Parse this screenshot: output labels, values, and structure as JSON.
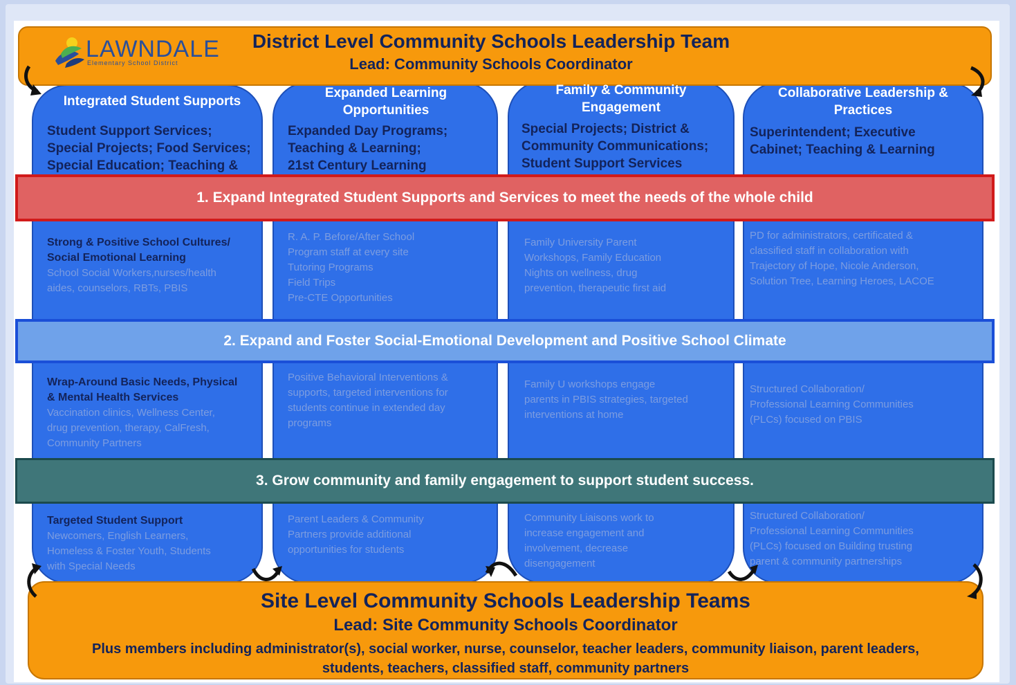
{
  "top": {
    "logo_text": "LAWNDALE",
    "logo_sub": "Elementary School District",
    "title": "District Level Community Schools Leadership Team",
    "lead": "Lead: Community Schools Coordinator"
  },
  "columns": [
    {
      "head": [
        "Integrated Student Supports"
      ],
      "sub": [
        "Student Support Services;",
        "Special Projects; Food Services;",
        "Special Education; Teaching &"
      ]
    },
    {
      "head": [
        "Expanded Learning",
        "Opportunities"
      ],
      "sub": [
        "Expanded Day Programs;",
        "Teaching & Learning;",
        "21st Century Learning"
      ]
    },
    {
      "head": [
        "Family & Community",
        "Engagement"
      ],
      "sub": [
        "Special Projects; District &",
        "Community Communications;",
        "Student Support Services"
      ]
    },
    {
      "head": [
        "Collaborative Leadership &",
        "Practices"
      ],
      "sub": [
        "Superintendent; Executive",
        "Cabinet; Teaching & Learning"
      ]
    }
  ],
  "bands": [
    "1.     Expand Integrated Student Supports and Services to meet the needs of the whole child",
    "2. Expand and Foster Social-Emotional Development and Positive School Climate",
    "3. Grow community and family engagement to support student success."
  ],
  "row1": [
    {
      "strong": [
        "Strong & Positive School Cultures/",
        "Social Emotional Learning"
      ],
      "body": [
        "School Social Workers,nurses/health",
        "aides, counselors, RBTs, PBIS"
      ]
    },
    {
      "strong": [],
      "body": [
        "R. A. P. Before/After School",
        "Program staff at every site",
        "Tutoring Programs",
        "Field Trips",
        "Pre-CTE Opportunities"
      ]
    },
    {
      "strong": [],
      "body": [
        "Family University Parent",
        "Workshops, Family Education",
        "Nights on wellness, drug",
        "prevention, therapeutic first aid"
      ]
    },
    {
      "strong": [],
      "body": [
        "PD for administrators, certificated &",
        "classified staff in collaboration with",
        "Trajectory of Hope, Nicole Anderson,",
        "Solution Tree, Learning Heroes, LACOE"
      ]
    }
  ],
  "row2": [
    {
      "strong": [
        "Wrap-Around Basic Needs, Physical",
        "& Mental Health Services"
      ],
      "body": [
        "Vaccination clinics, Wellness Center,",
        "drug prevention, therapy, CalFresh,",
        "Community Partners"
      ]
    },
    {
      "strong": [],
      "body": [
        "Positive Behavioral Interventions &",
        "supports, targeted interventions for",
        "students continue in extended day",
        "programs"
      ]
    },
    {
      "strong": [],
      "body": [
        "Family U workshops engage",
        "parents in PBIS strategies, targeted",
        "interventions at home"
      ]
    },
    {
      "strong": [],
      "body": [
        "Structured Collaboration/",
        "Professional Learning Communities",
        "(PLCs) focused on PBIS"
      ]
    }
  ],
  "row3": [
    {
      "strong": [
        "Targeted Student Support"
      ],
      "body": [
        "Newcomers, English Learners,",
        "Homeless & Foster Youth, Students",
        "with Special Needs"
      ]
    },
    {
      "strong": [],
      "body": [
        "Parent Leaders & Community",
        "Partners provide additional",
        "opportunities for students"
      ]
    },
    {
      "strong": [],
      "body": [
        "Community Liaisons work to",
        "increase engagement and",
        "involvement, decrease",
        "disengagement"
      ]
    },
    {
      "strong": [],
      "body": [
        "Structured Collaboration/",
        "Professional Learning Communities",
        "(PLCs) focused on Building trusting",
        "parent & community partnerships"
      ]
    }
  ],
  "bottom": {
    "title": "Site Level Community Schools Leadership Teams",
    "lead": "Lead: Site Community Schools Coordinator",
    "members": [
      "Plus members including administrator(s), social worker, nurse, counselor, teacher leaders, community liaison, parent leaders,",
      "students, teachers, classified staff, community partners"
    ]
  }
}
